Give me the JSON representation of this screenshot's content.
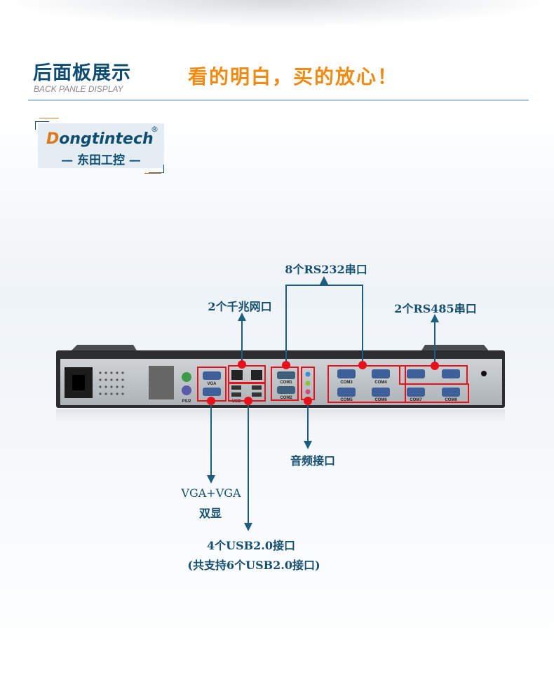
{
  "header": {
    "title": "后面板展示",
    "subtitle": "BACK PANLE DISPLAY",
    "slogan": "看的明白，买的放心！"
  },
  "logo": {
    "brand_en_first": "D",
    "brand_en_rest": "ongtintech",
    "registered": "®",
    "brand_cn": "— 东田工控 —"
  },
  "callouts": {
    "rs232": "8个RS232串口",
    "lan": "2个千兆网口",
    "rs485": "2个RS485串口",
    "audio": "音频接口",
    "vga_line1": "VGA+VGA",
    "vga_line2": "双显",
    "usb_line1": "4个USB2.0接口",
    "usb_line2": "(共支持6个USB2.0接口)"
  },
  "ports": {
    "vga": "VGA",
    "ps2": "PS/2",
    "usb": "USB",
    "com": [
      "COM1",
      "COM2",
      "COM3",
      "COM4",
      "COM5",
      "COM6",
      "COM7",
      "COM8"
    ]
  },
  "colors": {
    "accent_blue": "#0f4c72",
    "accent_orange": "#ef8a12",
    "highlight_red": "#e8101a",
    "line": "#1d5d80"
  }
}
